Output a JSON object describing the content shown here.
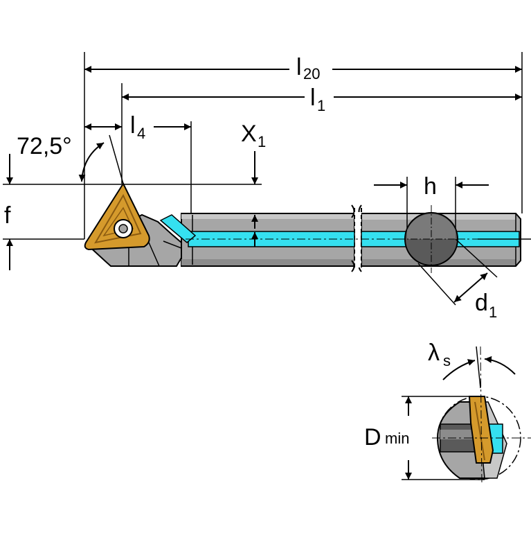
{
  "labels": {
    "overall_length": {
      "main": "l",
      "sub": "20"
    },
    "functional_length": {
      "main": "l",
      "sub": "1"
    },
    "insert_length": {
      "main": "l",
      "sub": "4"
    },
    "x_offset": {
      "main": "X",
      "sub": "1"
    },
    "approach_angle": "72,5°",
    "offset_f": "f",
    "shank_height": "h",
    "shank_diameter": {
      "main": "d",
      "sub": "1"
    },
    "inclination_angle": {
      "main": "λ",
      "sub": "s"
    },
    "min_bore_diameter": {
      "main": "D",
      "sub": "min"
    }
  },
  "colors": {
    "outline": "#000000",
    "tool_body": "#a6a6a6",
    "tool_body_light": "#c8c8c8",
    "tool_body_dark": "#5a5a5a",
    "insert": "#d59a2c",
    "insert_shadow": "#8a5a10",
    "coolant": "#35e0f0",
    "background": "#ffffff"
  }
}
